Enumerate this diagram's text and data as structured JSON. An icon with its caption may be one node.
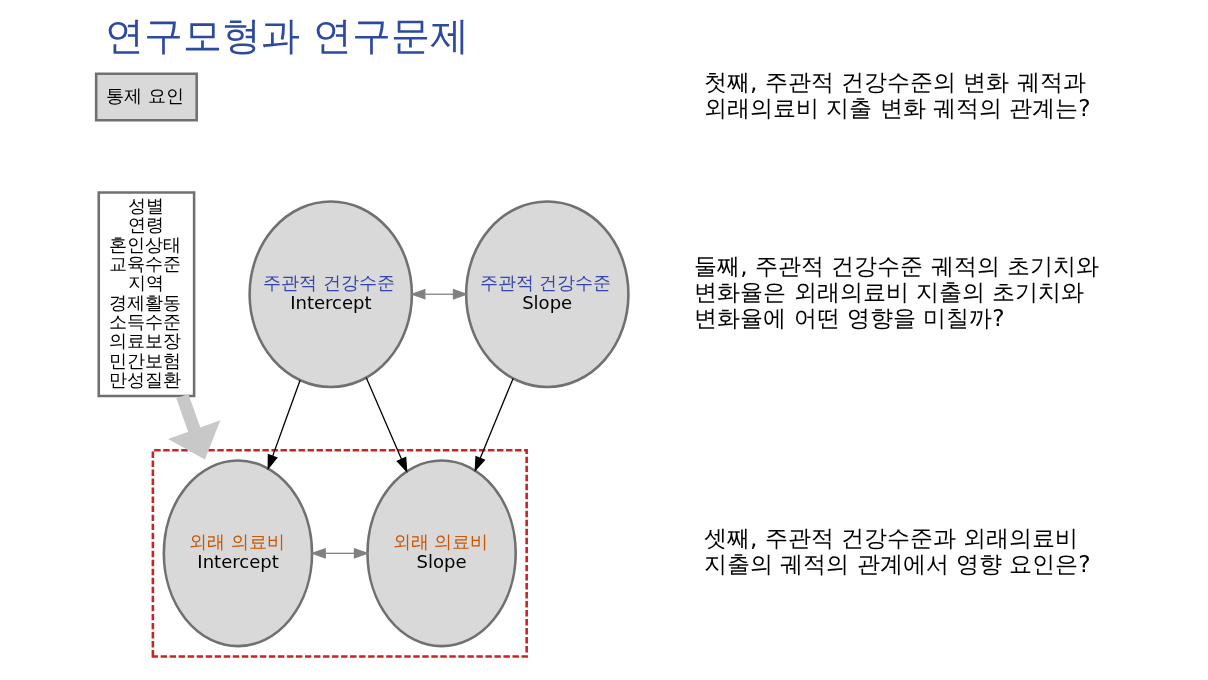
{
  "diagram": {
    "title": "연구모형과 연구문제",
    "nodes": [
      {
        "text": [
          "통제 요인"
        ]
      },
      {
        "text": [
          "성별",
          "연령",
          "혼인상태",
          "교육수준",
          "지역",
          "경제활동",
          "소득수준",
          "의료보장",
          "민간보험",
          "만성질환"
        ]
      },
      {
        "text": [
          "주관적 건강수준",
          "Intercept"
        ]
      },
      {
        "text": [
          "주관적 건강수준",
          "Slope"
        ]
      },
      {
        "text": [],
        "shape": "box"
      },
      {
        "text": [
          "외래 의료비",
          "Intercept"
        ],
        "in": 4
      },
      {
        "text": [
          "외래 의료비",
          "Slope"
        ],
        "in": 4
      }
    ],
    "edges": [
      {
        "from": 2,
        "to": 3,
        "arrow": "both",
        "color": "#808080"
      },
      {
        "from": 2,
        "to": 5,
        "arrow": "to"
      },
      {
        "from": 2,
        "to": 6,
        "arrow": "to"
      },
      {
        "from": 3,
        "to": 6,
        "arrow": "to"
      },
      {
        "from": 5,
        "to": 6,
        "arrow": "both",
        "color": "#808080"
      },
      {
        "from": 1,
        "to": 4,
        "arrow": "to",
        "style": "thick",
        "color": "#c8c8c8"
      }
    ],
    "labels": [
      "첫째, 주관적 건강수준의 변화 궤적과 외래의료비 지출 변화 궤적의 관계는?",
      "둘째, 주관적 건강수준 궤적의 초기치와 변화율은 외래의료비 지출의 초기치와 변화율에 어떤 영향을 미칠까?",
      "셋째, 주관적 건강수준과 외래의료비 지출의 궤적의 관계에서 영향 요인은?"
    ]
  }
}
